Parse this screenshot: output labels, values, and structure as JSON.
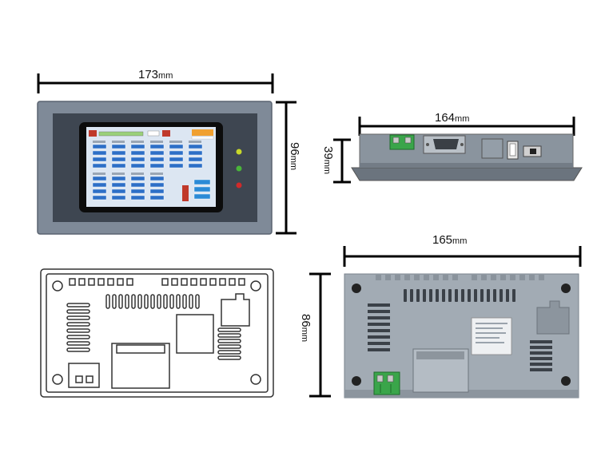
{
  "dimensions": {
    "front_width": "173",
    "front_height": "96",
    "side_width": "164",
    "side_depth": "39",
    "back_width": "165",
    "back_height": "86",
    "unit": "mm"
  },
  "views": {
    "front": {
      "indicator_colors": [
        "#c8d82a",
        "#4ab53a",
        "#d02a2a"
      ]
    },
    "screen": {
      "header_bar_color": "#f0a030",
      "cell_color": "#2d6fc7",
      "background_color": "#dce6f2"
    },
    "side": {
      "terminal_color": "#3aa54a"
    },
    "back": {
      "terminal_color": "#3aa54a"
    }
  }
}
